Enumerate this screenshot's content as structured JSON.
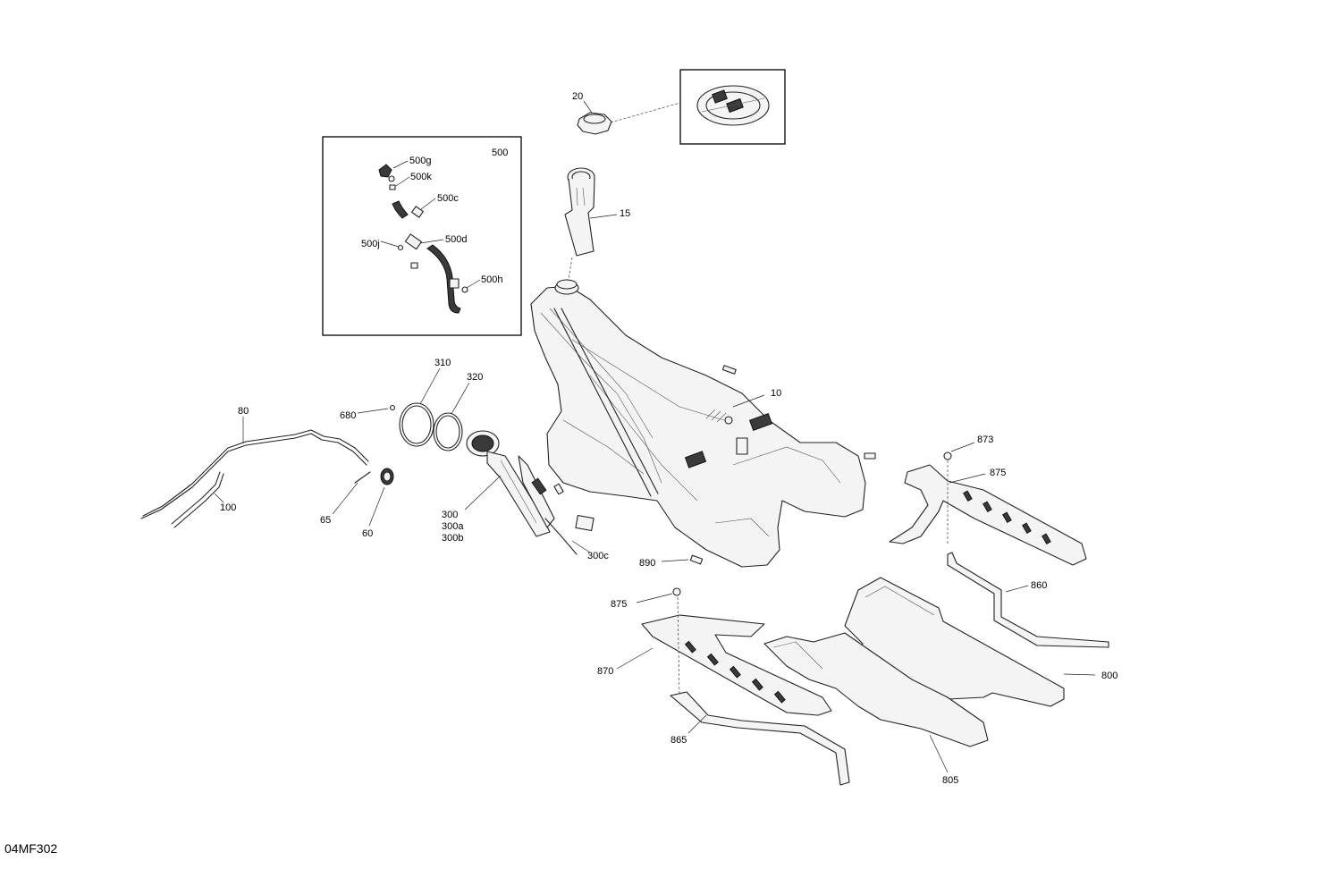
{
  "figure_id": "04MF302",
  "callouts": [
    {
      "id": "20",
      "text": "20"
    },
    {
      "id": "15",
      "text": "15"
    },
    {
      "id": "500",
      "text": "500"
    },
    {
      "id": "500g",
      "text": "500g"
    },
    {
      "id": "500k",
      "text": "500k"
    },
    {
      "id": "500c",
      "text": "500c"
    },
    {
      "id": "500d",
      "text": "500d"
    },
    {
      "id": "500j",
      "text": "500j"
    },
    {
      "id": "500h",
      "text": "500h"
    },
    {
      "id": "310",
      "text": "310"
    },
    {
      "id": "320",
      "text": "320"
    },
    {
      "id": "680",
      "text": "680"
    },
    {
      "id": "80",
      "text": "80"
    },
    {
      "id": "100",
      "text": "100"
    },
    {
      "id": "65",
      "text": "65"
    },
    {
      "id": "60",
      "text": "60"
    },
    {
      "id": "300",
      "text": "300"
    },
    {
      "id": "300a",
      "text": "300a"
    },
    {
      "id": "300b",
      "text": "300b"
    },
    {
      "id": "300c",
      "text": "300c"
    },
    {
      "id": "10",
      "text": "10"
    },
    {
      "id": "890",
      "text": "890"
    },
    {
      "id": "873",
      "text": "873"
    },
    {
      "id": "875a",
      "text": "875"
    },
    {
      "id": "860",
      "text": "860"
    },
    {
      "id": "875b",
      "text": "875"
    },
    {
      "id": "870",
      "text": "870"
    },
    {
      "id": "800",
      "text": "800"
    },
    {
      "id": "865",
      "text": "865"
    },
    {
      "id": "805",
      "text": "805"
    }
  ]
}
